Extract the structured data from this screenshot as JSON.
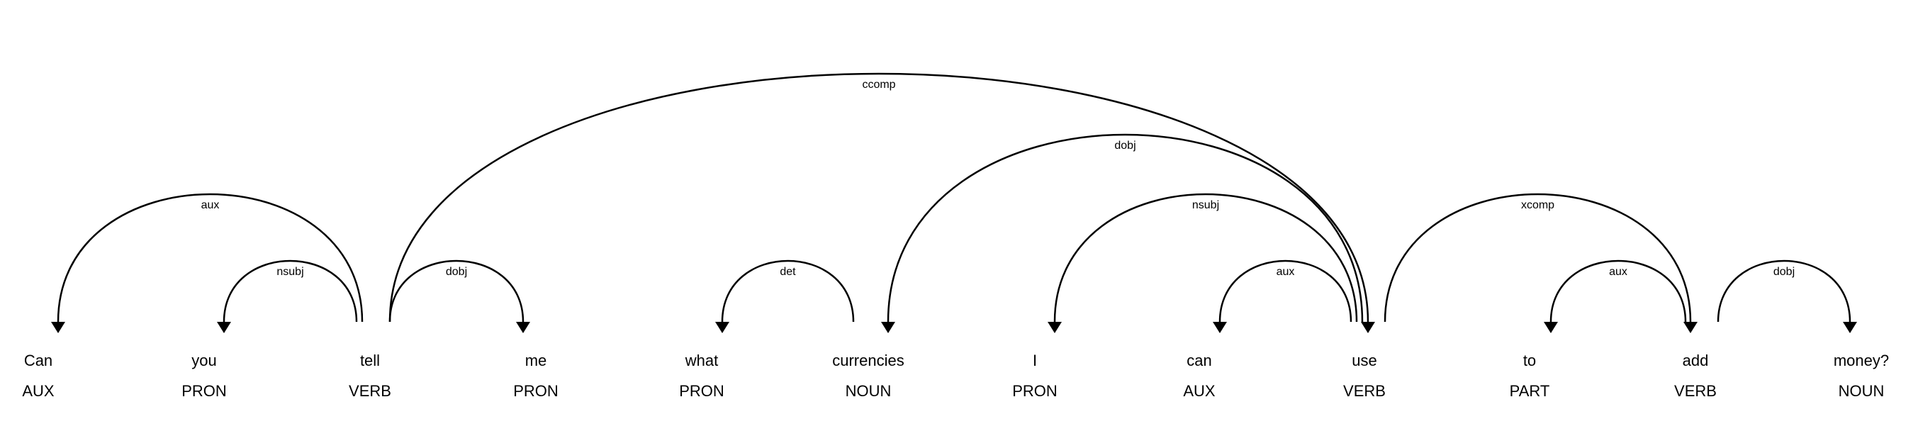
{
  "tokens": [
    {
      "text": "Can",
      "tag": "AUX"
    },
    {
      "text": "you",
      "tag": "PRON"
    },
    {
      "text": "tell",
      "tag": "VERB"
    },
    {
      "text": "me",
      "tag": "PRON"
    },
    {
      "text": "what",
      "tag": "PRON"
    },
    {
      "text": "currencies",
      "tag": "NOUN"
    },
    {
      "text": "I",
      "tag": "PRON"
    },
    {
      "text": "can",
      "tag": "AUX"
    },
    {
      "text": "use",
      "tag": "VERB"
    },
    {
      "text": "to",
      "tag": "PART"
    },
    {
      "text": "add",
      "tag": "VERB"
    },
    {
      "text": "money?",
      "tag": "NOUN"
    }
  ],
  "arcs": [
    {
      "label": "aux",
      "head": 2,
      "dep": 0
    },
    {
      "label": "nsubj",
      "head": 2,
      "dep": 1
    },
    {
      "label": "ccomp",
      "head": 2,
      "dep": 8
    },
    {
      "label": "dobj",
      "head": 2,
      "dep": 3
    },
    {
      "label": "det",
      "head": 5,
      "dep": 4
    },
    {
      "label": "dobj",
      "head": 8,
      "dep": 5
    },
    {
      "label": "nsubj",
      "head": 8,
      "dep": 6
    },
    {
      "label": "aux",
      "head": 8,
      "dep": 7
    },
    {
      "label": "xcomp",
      "head": 8,
      "dep": 10
    },
    {
      "label": "aux",
      "head": 10,
      "dep": 9
    },
    {
      "label": "dobj",
      "head": 10,
      "dep": 11
    }
  ],
  "colors": {
    "stroke": "#000000",
    "text": "#000000",
    "background": "#ffffff"
  }
}
